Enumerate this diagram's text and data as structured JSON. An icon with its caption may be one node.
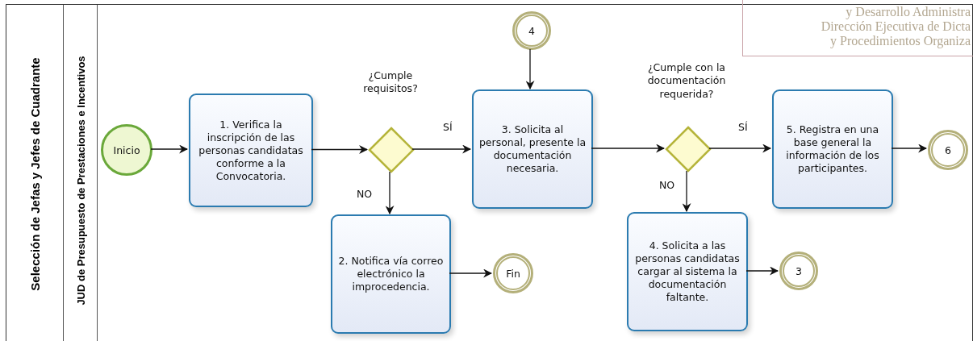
{
  "diagram": {
    "nodes": [
      {
        "text": [
          "Selección de Jefas y Jefes de Cuadrante"
        ]
      },
      {
        "text": [
          "JUD de Presupuesto de Prestaciones e Incentivos"
        ],
        "in": 0
      },
      {
        "text": [
          "Inicio"
        ],
        "in": 1
      },
      {
        "text": [
          "1. Verifica la inscripción de las personas candidatas conforme a la Convocatoria."
        ],
        "in": 1
      },
      {
        "text": [],
        "shape": "diamond",
        "in": 1
      },
      {
        "text": [
          "2. Notifica vía correo electrónico la improcedencia."
        ],
        "in": 1
      },
      {
        "text": [
          "Fin"
        ],
        "in": 1
      },
      {
        "text": [
          "4"
        ],
        "in": 1
      },
      {
        "text": [
          "3. Solicita al personal, presente la documentación necesaria."
        ],
        "in": 1
      },
      {
        "text": [],
        "shape": "diamond",
        "in": 1
      },
      {
        "text": [
          "4. Solicita a las personas candidatas cargar al sistema la documentación faltante."
        ],
        "in": 1
      },
      {
        "text": [
          "3"
        ],
        "in": 1
      },
      {
        "text": [
          "5. Registra en una base general la información de los participantes."
        ],
        "in": 1
      },
      {
        "text": [
          "6"
        ],
        "in": 1
      }
    ],
    "edges": [
      {
        "from": 2,
        "to": 3,
        "arrow": "to"
      },
      {
        "from": 3,
        "to": 4,
        "arrow": "to"
      },
      {
        "from": 4,
        "to": 8,
        "arrow": "to",
        "label": "SÍ"
      },
      {
        "from": 4,
        "to": 5,
        "arrow": "to",
        "label": "NO"
      },
      {
        "from": 5,
        "to": 6,
        "arrow": "to"
      },
      {
        "from": 7,
        "to": 8,
        "arrow": "to"
      },
      {
        "from": 8,
        "to": 9,
        "arrow": "to"
      },
      {
        "from": 9,
        "to": 12,
        "arrow": "to",
        "label": "SÍ"
      },
      {
        "from": 9,
        "to": 10,
        "arrow": "to",
        "label": "NO"
      },
      {
        "from": 10,
        "to": 11,
        "arrow": "to"
      },
      {
        "from": 12,
        "to": 13,
        "arrow": "to"
      }
    ],
    "labels": [
      "y Desarrollo Administra",
      "Dirección Ejecutiva de Dicta",
      "y Procedimientos Organiza",
      "¿Cumple requisitos?",
      "¿Cumple con la documentación requerida?"
    ]
  }
}
